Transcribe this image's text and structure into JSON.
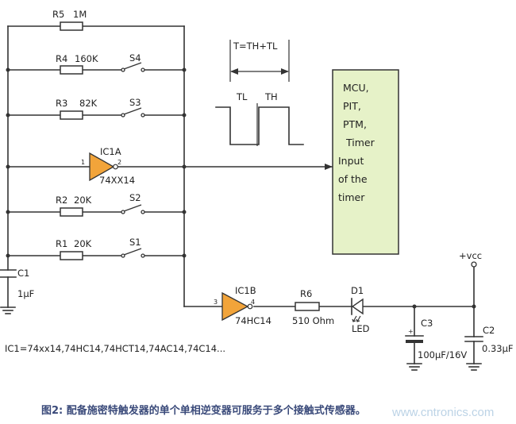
{
  "title": "",
  "components": {
    "r5": {
      "ref": "R5",
      "value": "1M"
    },
    "r4": {
      "ref": "R4",
      "value": "160K"
    },
    "r3": {
      "ref": "R3",
      "value": "82K"
    },
    "r2": {
      "ref": "R2",
      "value": "20K"
    },
    "r1": {
      "ref": "R1",
      "value": "20K"
    },
    "r6": {
      "ref": "R6",
      "value": "510 Ohm"
    },
    "s4": "S4",
    "s3": "S3",
    "s2": "S2",
    "s1": "S1",
    "ic1a": {
      "ref": "IC1A",
      "part": "74XX14",
      "pin_in": "1",
      "pin_out": "2"
    },
    "ic1b": {
      "ref": "IC1B",
      "part": "74HC14",
      "pin_in": "3",
      "pin_out": "4"
    },
    "c1": {
      "ref": "C1",
      "value": "1µF"
    },
    "c2": {
      "ref": "C2",
      "value": "0.33µF"
    },
    "c3": {
      "ref": "C3",
      "value": "100µF/16V",
      "polarity": "+"
    },
    "d1": {
      "ref": "D1",
      "type": "LED"
    },
    "vcc": "+vcc"
  },
  "timing": {
    "formula": "T=TH+TL",
    "tl": "TL",
    "th": "TH"
  },
  "mcu": {
    "lines": [
      "MCU,",
      "PIT,",
      "PTM,",
      "Timer"
    ],
    "input_lines": [
      "Input",
      "of the",
      "timer"
    ]
  },
  "ic_note": "IC1=74xx14,74HC14,74HCT14,74AC14,74C14...",
  "caption": "图2: 配备施密特触发器的单个单相逆变器可服务于多个接触式传感器。",
  "watermark": "www.cntronics.com",
  "colors": {
    "gate": "#f2a43a",
    "mcu_box": "#e6f2c8",
    "caption": "#3a4a7a",
    "wire": "#333333"
  }
}
